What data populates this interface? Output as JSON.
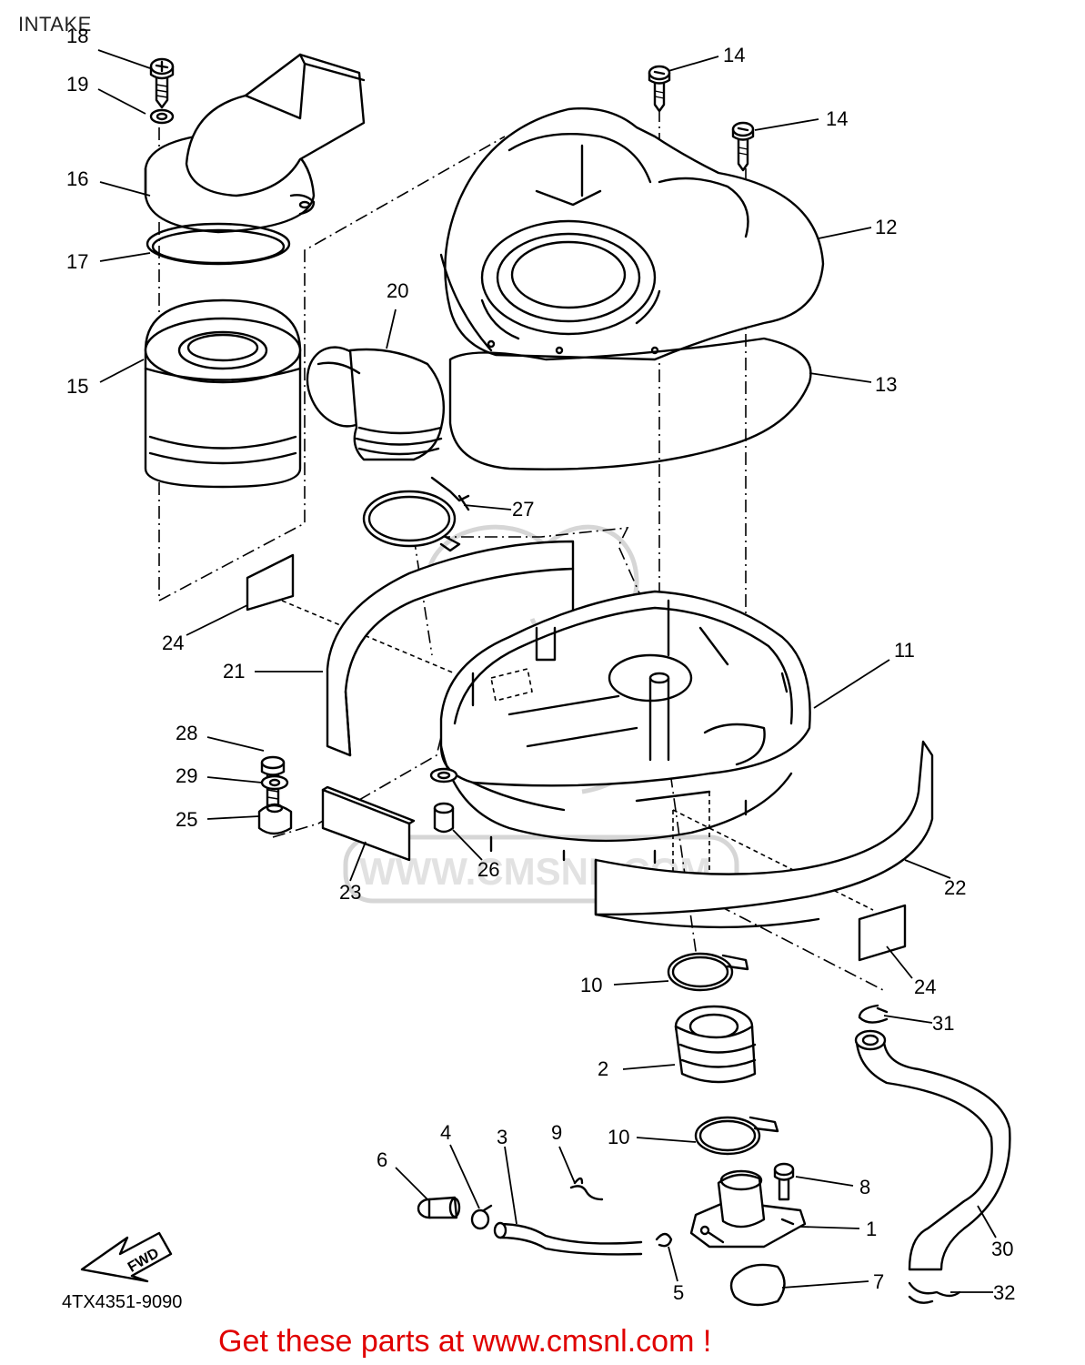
{
  "title": "INTAKE",
  "doc_number": "4TX4351-9090",
  "promo": "Get these parts at www.cmsnl.com !",
  "watermark_text": "WWW.CMSNL.COM",
  "fwd_label": "FWD",
  "part_labels": [
    {
      "id": "l18a",
      "text": "18"
    },
    {
      "id": "l19",
      "text": "19"
    },
    {
      "id": "l16",
      "text": "16"
    },
    {
      "id": "l17",
      "text": "17"
    },
    {
      "id": "l15",
      "text": "15"
    },
    {
      "id": "l14a",
      "text": "14"
    },
    {
      "id": "l14b",
      "text": "14"
    },
    {
      "id": "l12",
      "text": "12"
    },
    {
      "id": "l20",
      "text": "20"
    },
    {
      "id": "l13",
      "text": "13"
    },
    {
      "id": "l27",
      "text": "27"
    },
    {
      "id": "l24a",
      "text": "24"
    },
    {
      "id": "l21",
      "text": "21"
    },
    {
      "id": "l11",
      "text": "11"
    },
    {
      "id": "l28",
      "text": "28"
    },
    {
      "id": "l29",
      "text": "29"
    },
    {
      "id": "l25",
      "text": "25"
    },
    {
      "id": "l23",
      "text": "23"
    },
    {
      "id": "l26",
      "text": "26"
    },
    {
      "id": "l22",
      "text": "22"
    },
    {
      "id": "l24b",
      "text": "24"
    },
    {
      "id": "l10a",
      "text": "10"
    },
    {
      "id": "l31",
      "text": "31"
    },
    {
      "id": "l2",
      "text": "2"
    },
    {
      "id": "l10b",
      "text": "10"
    },
    {
      "id": "l4",
      "text": "4"
    },
    {
      "id": "l3",
      "text": "3"
    },
    {
      "id": "l9",
      "text": "9"
    },
    {
      "id": "l6",
      "text": "6"
    },
    {
      "id": "l8",
      "text": "8"
    },
    {
      "id": "l1",
      "text": "1"
    },
    {
      "id": "l30",
      "text": "30"
    },
    {
      "id": "l7",
      "text": "7"
    },
    {
      "id": "l5",
      "text": "5"
    },
    {
      "id": "l32",
      "text": "32"
    }
  ]
}
